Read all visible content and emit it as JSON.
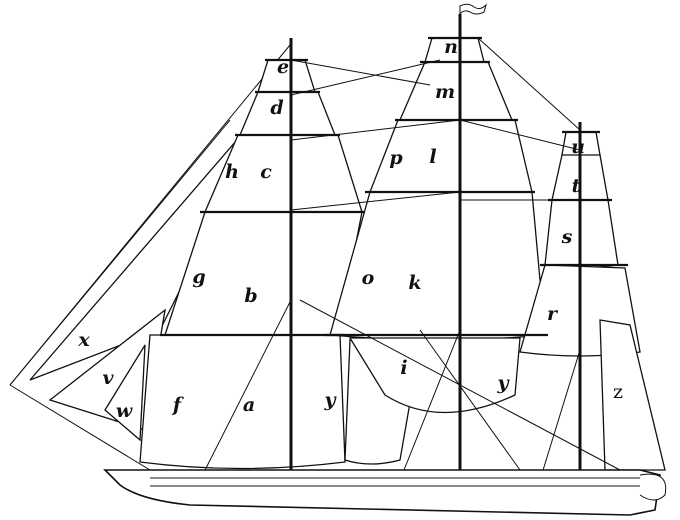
{
  "title": "Ship sail plan diagram",
  "labels": {
    "e": "e",
    "d": "d",
    "h": "h",
    "c": "c",
    "g": "g",
    "b": "b",
    "f": "f",
    "a": "a",
    "x": "x",
    "v": "v",
    "w": "w",
    "y_fore": "y",
    "n": "n",
    "m": "m",
    "p": "p",
    "l": "l",
    "o": "o",
    "k": "k",
    "i": "i",
    "y_main": "y",
    "u": "u",
    "t": "t",
    "s": "s",
    "r": "r",
    "z": "z"
  }
}
